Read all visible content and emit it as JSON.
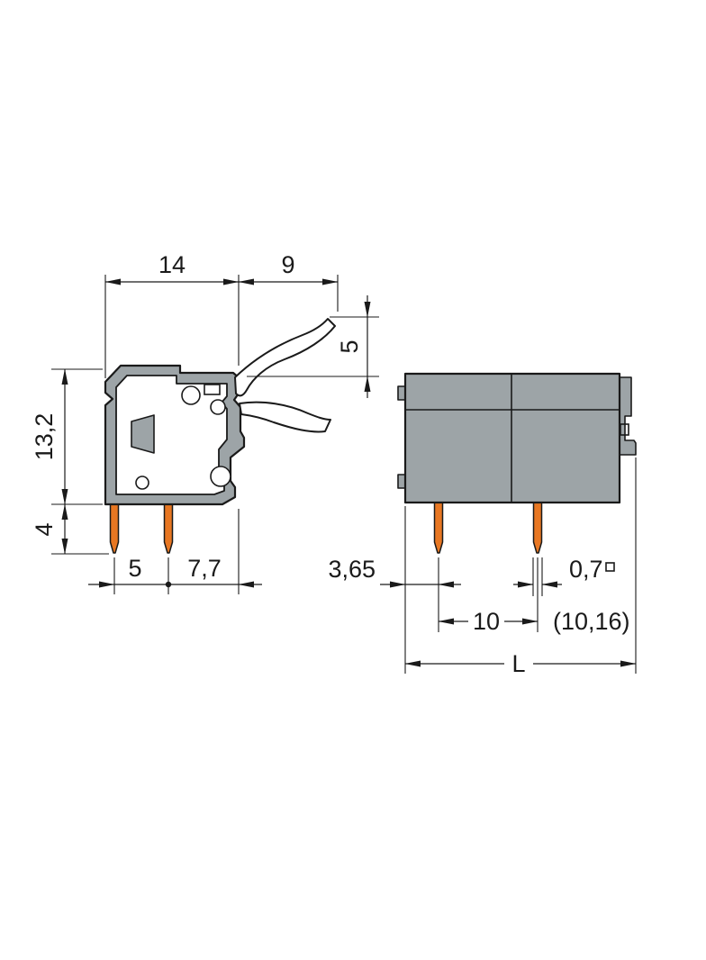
{
  "drawing": {
    "type": "technical-dimension-drawing",
    "subject": "pcb-terminal-block",
    "views": {
      "side": {
        "name": "side-view",
        "dimensions": {
          "body_width": "14",
          "lever_reach": "9",
          "lever_height": "5",
          "body_height": "13,2",
          "pin_length": "4",
          "pin_spacing": "5",
          "pin_to_edge": "7,7"
        }
      },
      "front": {
        "name": "front-view",
        "dimensions": {
          "edge_to_pin": "3,65",
          "pin_width": "0,7",
          "pin_pitch": "10",
          "pin_pitch_alt": "(10,16)",
          "overall_length": "L"
        }
      }
    },
    "colors": {
      "housing": "#9da4a7",
      "pin": "#e87722",
      "line": "#1a1a1a",
      "background": "#ffffff"
    },
    "symbols": {
      "square": "square-cross-section-symbol"
    }
  }
}
